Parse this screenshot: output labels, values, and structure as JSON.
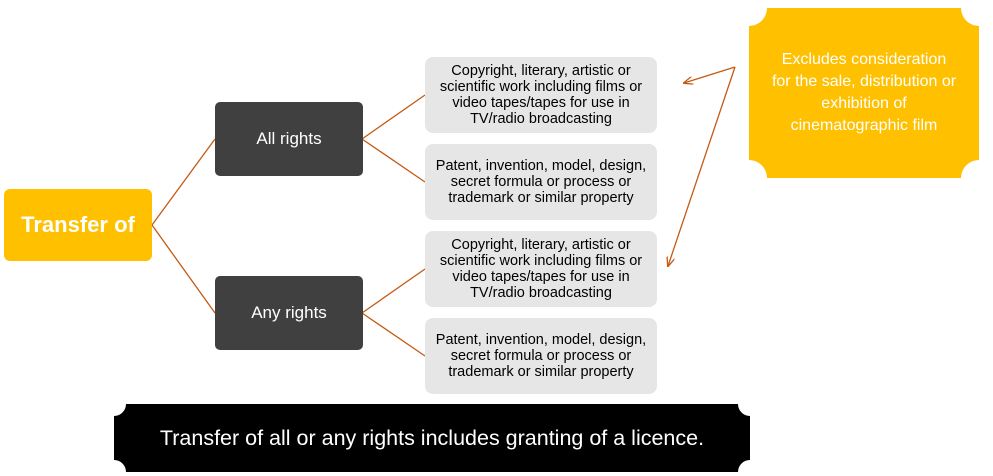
{
  "colors": {
    "root_fill": "#FFC000",
    "branch_fill": "#404040",
    "leaf_fill": "#E6E6E6",
    "note_fill": "#FFC000",
    "banner_fill": "#000000",
    "connector": "#C55A11"
  },
  "diagram": {
    "root": {
      "label": "Transfer of"
    },
    "branches": [
      {
        "label": "All rights",
        "leaves": [
          "Copyright, literary, artistic or scientific work including films or video tapes/tapes for use in TV/radio broadcasting",
          "Patent, invention, model, design, secret formula or process or trademark or similar property"
        ]
      },
      {
        "label": "Any rights",
        "leaves": [
          "Copyright, literary, artistic or scientific work including films or video tapes/tapes for use in TV/radio broadcasting",
          "Patent, invention, model, design, secret formula or process or trademark or similar property"
        ]
      }
    ],
    "note": "Excludes consideration for the sale, distribution or exhibition of cinematographic film",
    "banner": "Transfer of all or any rights includes granting of a licence."
  }
}
